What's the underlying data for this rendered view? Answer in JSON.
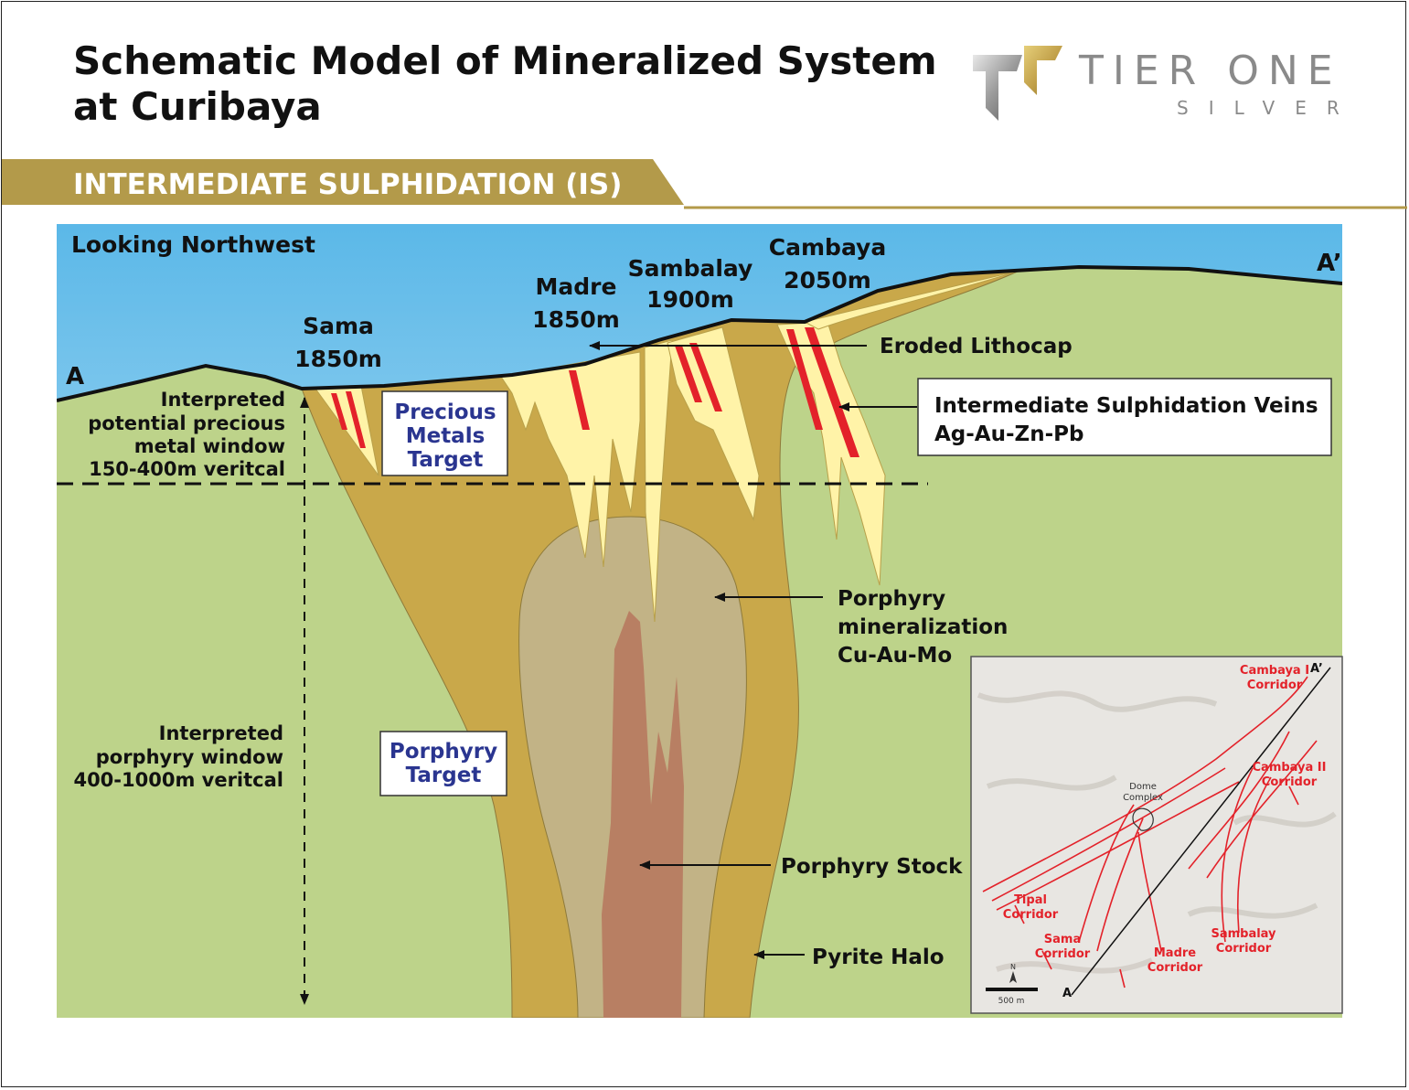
{
  "header": {
    "title_line1": "Schematic Model of Mineralized System",
    "title_line2": "at Curibaya",
    "logo_name": "TIER ONE",
    "logo_sub": "SILVER",
    "banner": "INTERMEDIATE SULPHIDATION (IS)"
  },
  "section": {
    "view": "Looking Northwest",
    "end_a": "A",
    "end_a_prime": "A’",
    "peaks": {
      "sama": {
        "name": "Sama",
        "elev": "1850m"
      },
      "madre": {
        "name": "Madre",
        "elev": "1850m"
      },
      "sambalay": {
        "name": "Sambalay",
        "elev": "1900m"
      },
      "cambaya": {
        "name": "Cambaya",
        "elev": "2050m"
      }
    },
    "labels": {
      "lithocap": "Eroded Lithocap",
      "veins_line1": "Intermediate Sulphidation Veins",
      "veins_line2": "Ag-Au-Zn-Pb",
      "porphyry_min_line1": "Porphyry",
      "porphyry_min_line2": "mineralization",
      "porphyry_min_line3": "Cu-Au-Mo",
      "stock": "Porphyry Stock",
      "halo": "Pyrite Halo",
      "pm_target_line1": "Precious",
      "pm_target_line2": "Metals",
      "pm_target_line3": "Target",
      "por_target_line1": "Porphyry",
      "por_target_line2": "Target",
      "pm_window_line1": "Interpreted",
      "pm_window_line2": "potential precious",
      "pm_window_line3": "metal window",
      "pm_window_line4": "150-400m veritcal",
      "por_window_line1": "Interpreted",
      "por_window_line2": "porphyry window",
      "por_window_line3": "400-1000m veritcal"
    }
  },
  "inset_map": {
    "a_label": "A",
    "a_prime_label": "A’",
    "north": "N",
    "scale": "500 m",
    "dome_line1": "Dome",
    "dome_line2": "Complex",
    "corridors": {
      "cambaya1_line1": "Cambaya I",
      "cambaya1_line2": "Corridor",
      "cambaya2_line1": "Cambaya II",
      "cambaya2_line2": "Corridor",
      "tipal_line1": "Tipal",
      "tipal_line2": "Corridor",
      "sama_line1": "Sama",
      "sama_line2": "Corridor",
      "madre_line1": "Madre",
      "madre_line2": "Corridor",
      "sambalay_line1": "Sambalay",
      "sambalay_line2": "Corridor"
    }
  },
  "colors": {
    "sky_top": "#5bb8e8",
    "sky_bottom": "#e6f4fb",
    "host_green": "#bdd38a",
    "halo_gold": "#c9a84a",
    "porphyry_tan": "#c2b386",
    "stock_brown": "#b87f63",
    "lithocap_yellow": "#fff3a8",
    "vein_red": "#e3222a",
    "banner_gold": "#b39a4a",
    "target_text": "#2a3590"
  }
}
